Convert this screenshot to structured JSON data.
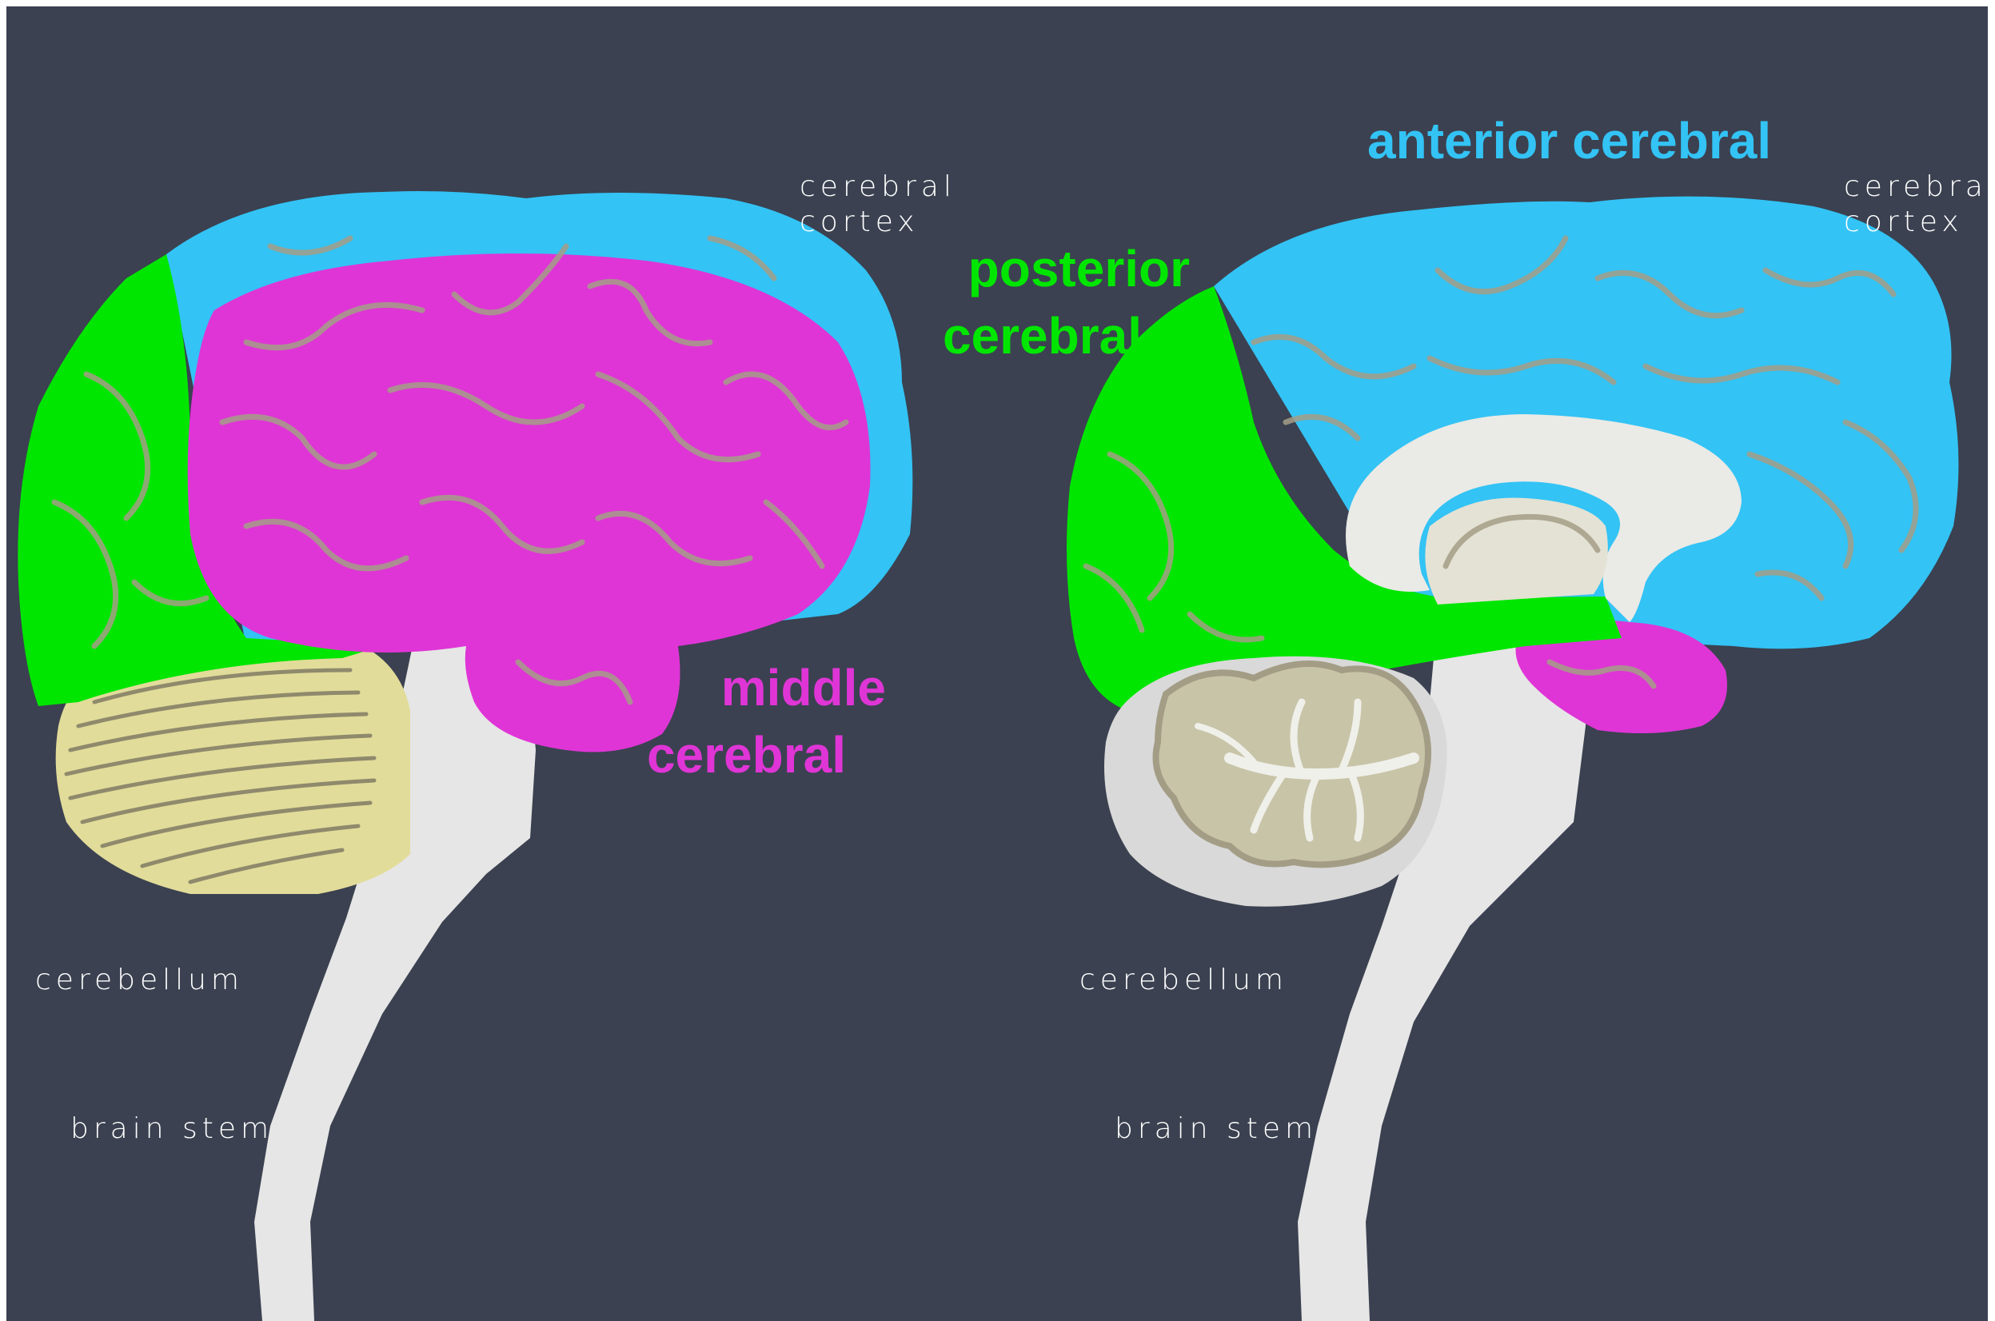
{
  "labels": {
    "left_cortex_line1": "cerebral",
    "left_cortex_line2": "cortex",
    "left_cerebellum": "cerebellum",
    "left_brainstem": "brain stem",
    "right_cortex_line1": "cerebral",
    "right_cortex_line2": "cortex",
    "right_cerebellum": "cerebellum",
    "right_brainstem": "brain stem",
    "anterior": "anterior cerebral",
    "posterior_line1": "posterior",
    "posterior_line2": "cerebral",
    "middle_line1": "middle",
    "middle_line2": "cerebral"
  },
  "colors": {
    "background": "#3b4150",
    "anterior_cerebral": "#33c3f5",
    "posterior_cerebral": "#00e600",
    "middle_cerebral": "#df35d6",
    "cerebellum": "#e2dc9a",
    "brainstem": "#e6e6e6",
    "sulci": "#a49d86"
  }
}
